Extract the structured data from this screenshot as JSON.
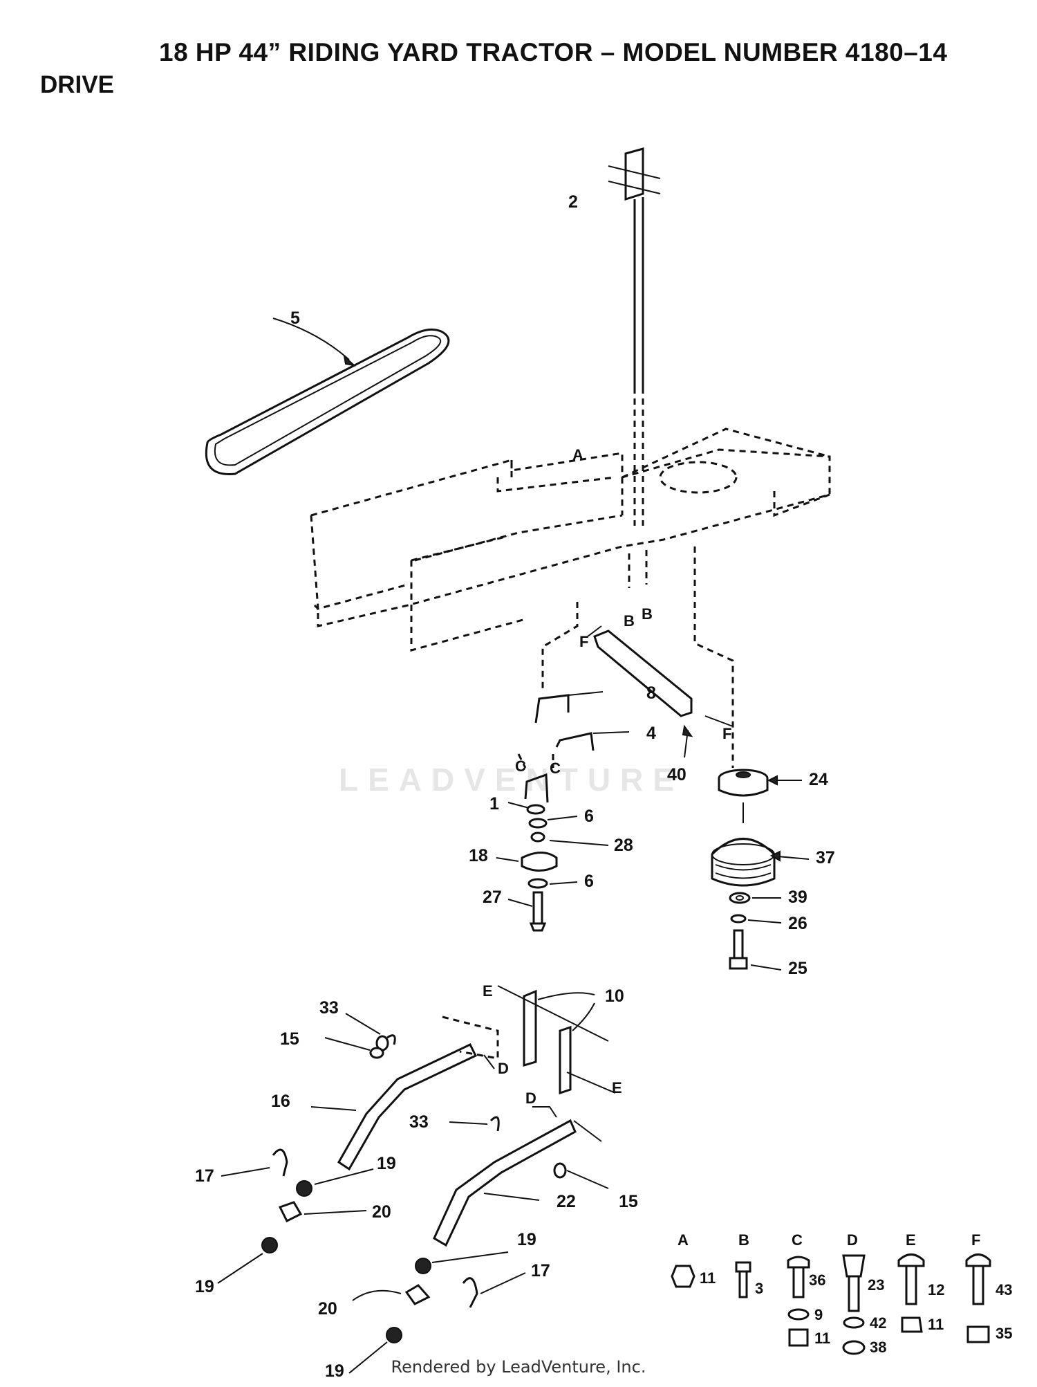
{
  "header": {
    "title": "18 HP 44” RIDING YARD TRACTOR – MODEL NUMBER 4180–14",
    "section": "DRIVE"
  },
  "watermark": "LEADVENTURE",
  "footer": "Rendered by LeadVenture, Inc.",
  "callouts": {
    "c1": "1",
    "c2": "2",
    "c4": "4",
    "c5": "5",
    "c6a": "6",
    "c6b": "6",
    "c8": "8",
    "c10": "10",
    "c15a": "15",
    "c15b": "15",
    "c16": "16",
    "c17a": "17",
    "c17b": "17",
    "c18": "18",
    "c19a": "19",
    "c19b": "19",
    "c19c": "19",
    "c19d": "19",
    "c20a": "20",
    "c20b": "20",
    "c22": "22",
    "c24": "24",
    "c25": "25",
    "c26": "26",
    "c27": "27",
    "c28": "28",
    "c33a": "33",
    "c33b": "33",
    "c37": "37",
    "c39": "39",
    "c40": "40"
  },
  "refs": {
    "A": "A",
    "B1": "B",
    "B2": "B",
    "C1": "C",
    "C2": "C",
    "D1": "D",
    "D2": "D",
    "E1": "E",
    "E2": "E",
    "F1": "F",
    "F2": "F"
  },
  "hardware_legend": [
    {
      "letter": "A",
      "parts": [
        "11"
      ]
    },
    {
      "letter": "B",
      "parts": [
        "3"
      ]
    },
    {
      "letter": "C",
      "parts": [
        "36",
        "9",
        "11"
      ]
    },
    {
      "letter": "D",
      "parts": [
        "23",
        "42",
        "38"
      ]
    },
    {
      "letter": "E",
      "parts": [
        "12",
        "11"
      ]
    },
    {
      "letter": "F",
      "parts": [
        "43",
        "35"
      ]
    }
  ]
}
